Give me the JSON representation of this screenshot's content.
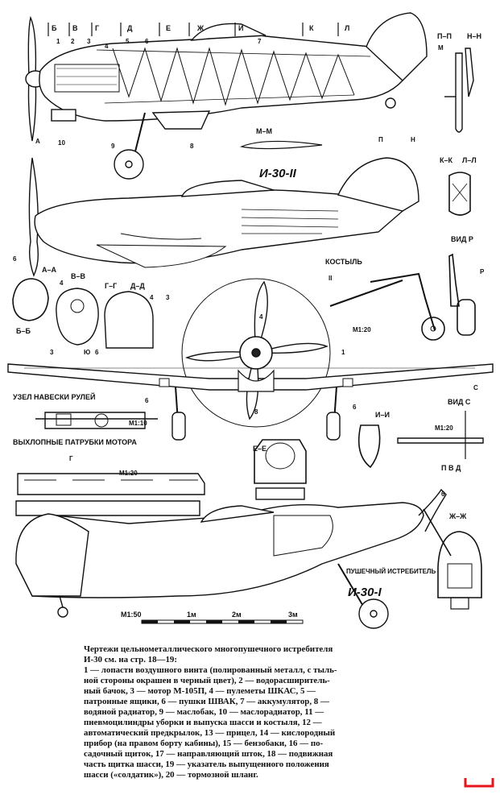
{
  "section_letters_top": [
    "Б",
    "В",
    "Г",
    "Д",
    "Е",
    "Ж",
    "И",
    "К",
    "Л"
  ],
  "top_numbers": [
    "1",
    "2",
    "3",
    "4",
    "5",
    "6",
    "7"
  ],
  "side_top_labels": {
    "a": "А",
    "n1": "П",
    "n2": "Н",
    "m": "М",
    "pp": "П–П",
    "nn": "Н–Н",
    "nums": [
      "10",
      "9",
      "8"
    ]
  },
  "mm_label": "М–М",
  "plane2_title": "И-30-II",
  "section_kk": "К–К",
  "section_ll": "Л–Л",
  "vid_r": "ВИД Р",
  "kostyl": "КОСТЫЛЬ",
  "kostyl_p": "Р",
  "kostyl_nums": [
    "II",
    "I"
  ],
  "sec_aa": "А–А",
  "sec_bb": "Б–Б",
  "sec_vv": "В–В",
  "sec_gg": "Г–Г",
  "sec_dd": "Д–Д",
  "small_nums": [
    "4",
    "4",
    "3",
    "Ю",
    "6",
    "3",
    "4",
    "6"
  ],
  "front_scale": "М1:20",
  "front_nums": [
    "4",
    "1",
    "6",
    "8",
    "6",
    "6"
  ],
  "uzel_title": "УЗЕЛ НАВЕСКИ РУЛЕЙ",
  "uzel_scale": "М1:10",
  "exhaust_title": "ВЫХЛОПНЫЕ ПАТРУБКИ МОТОРА",
  "exhaust_scale": "М1:20",
  "exhaust_letters": [
    "Г",
    "Г"
  ],
  "sec_ee": "Е–Е",
  "sec_ii": "И–И",
  "vid_c": "ВИД С",
  "arrow_c": "С",
  "pvd_scale": "М1:20",
  "pvd": "П В Д",
  "sec_zhzh": "Ж–Ж",
  "plane3_sub": "ПУШЕЧНЫЙ ИСТРЕБИТЕЛЬ",
  "plane3_title": "И-30-I",
  "plane3_num": "6",
  "scale_labels": [
    "М1:50",
    "1м",
    "2м",
    "3м"
  ],
  "caption_lines": [
    "Чертежи цельнометаллического многопушечного истребителя",
    "И-30 см. на стр. 18—19:",
    "1 — лопасти воздушного винта (полированный металл, с тыль-",
    "ной стороны окрашен в черный цвет), 2 — водорасширитель-",
    "ный бачок, 3 — мотор М-105П, 4 — пулеметы ШКАС, 5 —",
    "патронные ящики, 6 — пушки ШВАК, 7 — аккумулятор, 8 —",
    "водяной радиатор, 9 — маслобак, 10 — маслорадиатор, 11 —",
    "пневмоцилиндры уборки и выпуска шасси и костыля, 12 —",
    "автоматический предкрылок, 13 — прицел, 14 — кислородный",
    "прибор (на правом борту кабины), 15 — бензобаки, 16 — по-",
    "садочный щиток, 17 — направляющий шток, 18 — подвижная",
    "часть щитка шасси, 19 — указатель выпущенного положения",
    "шасси («солдатик»), 20 — тормозной шланг."
  ],
  "corner_mark_color": "#e8141c"
}
